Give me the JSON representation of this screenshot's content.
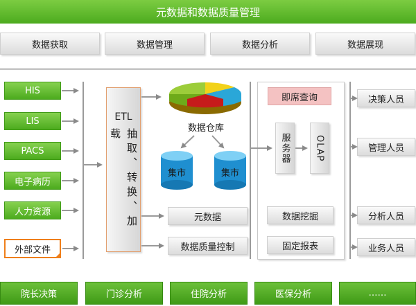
{
  "title": "元数据和数据质量管理",
  "top_tabs": [
    "数据获取",
    "数据管理",
    "数据分析",
    "数据展现"
  ],
  "sources": [
    "HIS",
    "LIS",
    "PACS",
    "电子病历",
    "人力资源",
    "外部文件"
  ],
  "etl": {
    "title": "ETL",
    "text": "抽取、转换、加载"
  },
  "warehouse_label": "数据仓库",
  "marts": [
    "集市",
    "集市"
  ],
  "meta_items": [
    "元数据",
    "数据质量控制"
  ],
  "analysis": {
    "adhoc": "即席查询",
    "server": "服务器",
    "olap": "OLAP",
    "mining": "数据挖掘",
    "report": "固定报表"
  },
  "users": [
    "决策人员",
    "管理人员",
    "分析人员",
    "业务人员"
  ],
  "bottom_tabs": [
    "院长决策",
    "门诊分析",
    "住院分析",
    "医保分析",
    "……"
  ],
  "colors": {
    "green": "#4cab1e",
    "pink": "#f4c2c2",
    "orange": "#ef7f1a",
    "arrow": "#808080"
  }
}
